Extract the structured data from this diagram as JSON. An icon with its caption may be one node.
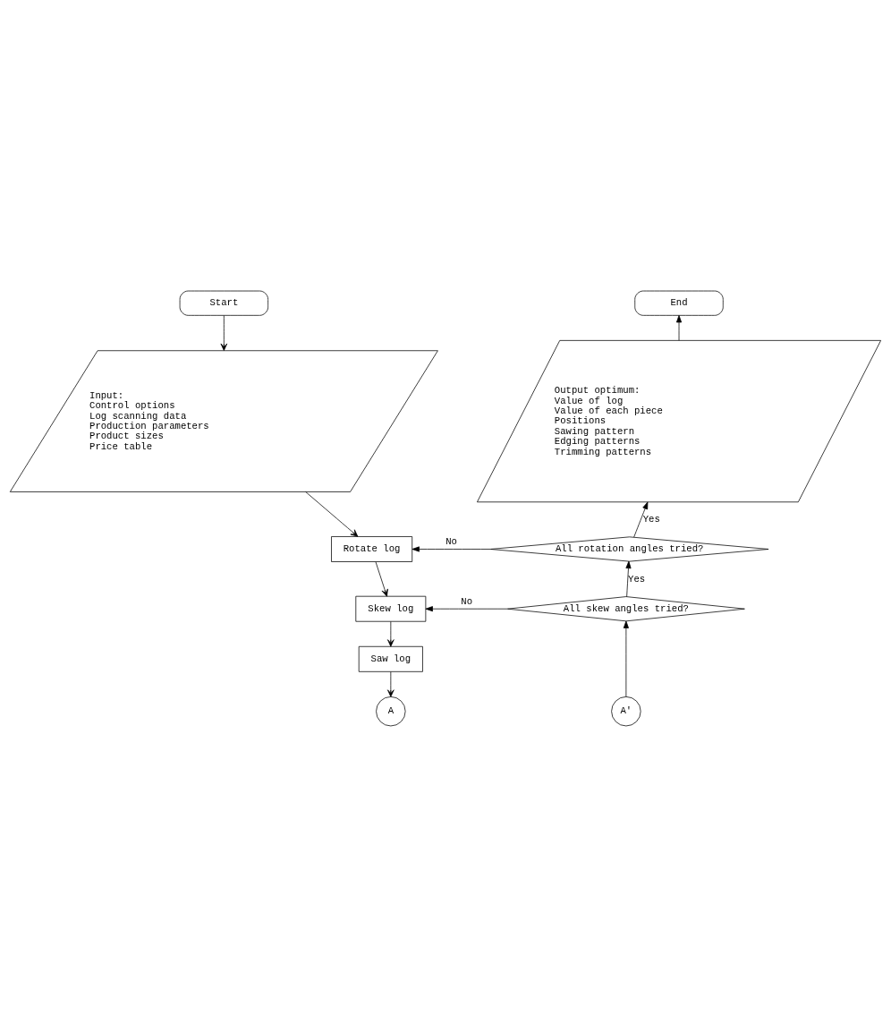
{
  "diagram": {
    "nodes": [
      {
        "text": [
          "Start"
        ]
      },
      {
        "text": [
          "Input:",
          "Control options",
          "Log scanning data",
          "Production parameters",
          "Product sizes",
          "Price table"
        ]
      },
      {
        "text": [
          "End"
        ]
      },
      {
        "text": [
          "Output optimum:",
          "Value of log",
          "Value of each piece",
          "Positions",
          "Sawing pattern",
          "Edging patterns",
          "Trimming patterns"
        ]
      },
      {
        "text": [
          "Rotate log"
        ]
      },
      {
        "text": [
          "All rotation angles tried?"
        ]
      },
      {
        "text": [
          "Skew log"
        ]
      },
      {
        "text": [
          "All skew angles tried?"
        ]
      },
      {
        "text": [
          "Saw log"
        ]
      },
      {
        "text": [
          "A"
        ]
      },
      {
        "text": [
          "A'"
        ]
      }
    ],
    "edges": [
      {
        "from": 0,
        "to": 1,
        "arrow": "to"
      },
      {
        "from": 1,
        "to": 4,
        "arrow": "to"
      },
      {
        "from": 4,
        "to": 6,
        "arrow": "to"
      },
      {
        "from": 6,
        "to": 8,
        "arrow": "to"
      },
      {
        "from": 8,
        "to": 9,
        "arrow": "to"
      },
      {
        "from": 10,
        "to": 7,
        "arrow": "to"
      },
      {
        "from": 7,
        "to": 5,
        "arrow": "to",
        "label": "Yes"
      },
      {
        "from": 7,
        "to": 6,
        "arrow": "to",
        "label": "No"
      },
      {
        "from": 5,
        "to": 4,
        "arrow": "to",
        "label": "No"
      },
      {
        "from": 5,
        "to": 3,
        "arrow": "to",
        "label": "Yes"
      },
      {
        "from": 3,
        "to": 2,
        "arrow": "to"
      }
    ]
  }
}
